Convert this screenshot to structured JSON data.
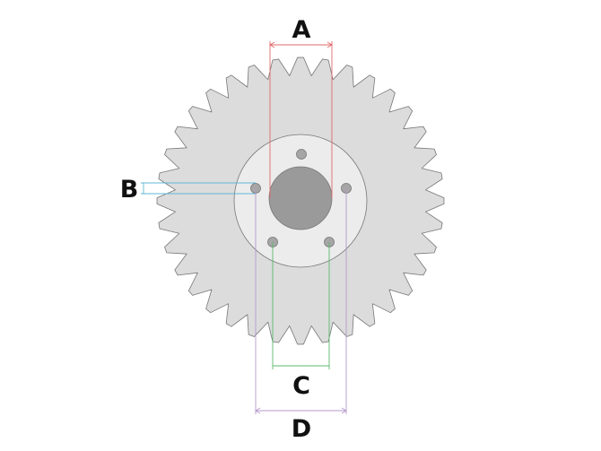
{
  "labels": {
    "a": "A",
    "b": "B",
    "c": "C",
    "d": "D"
  },
  "sprocket": {
    "teeth": 36,
    "bolt_holes": 5
  },
  "colors": {
    "sprocket_fill": "#dcdcdc",
    "sprocket_stroke": "#777777",
    "hub_fill": "#ececec",
    "bore_fill": "#9a9a9a",
    "hole_fill": "#a6a6a6",
    "dim_a": "#e06a6a",
    "dim_b": "#5fb6d6",
    "dim_c": "#5cb86c",
    "dim_d": "#b59ac9"
  }
}
